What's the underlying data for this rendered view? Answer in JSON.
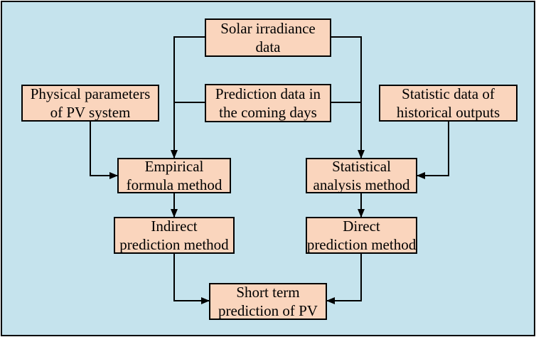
{
  "colors": {
    "background": "#c5e3ed",
    "box_fill": "#fad5bd",
    "line": "#000000"
  },
  "nodes": {
    "solar": {
      "lines": [
        "Solar irradiance",
        "data"
      ]
    },
    "physical": {
      "lines": [
        "Physical parameters",
        "of PV system"
      ]
    },
    "prediction_data": {
      "lines": [
        "Prediction data in",
        "the coming days"
      ]
    },
    "statistic": {
      "lines": [
        "Statistic data of",
        "historical outputs"
      ]
    },
    "empirical": {
      "lines": [
        "Empirical",
        "formula method"
      ]
    },
    "statistical": {
      "lines": [
        "Statistical",
        "analysis method"
      ]
    },
    "indirect": {
      "lines": [
        "Indirect",
        "prediction method"
      ]
    },
    "direct": {
      "lines": [
        "Direct",
        "prediction method"
      ]
    },
    "short_term": {
      "lines": [
        "Short term",
        "prediction of PV"
      ]
    }
  }
}
